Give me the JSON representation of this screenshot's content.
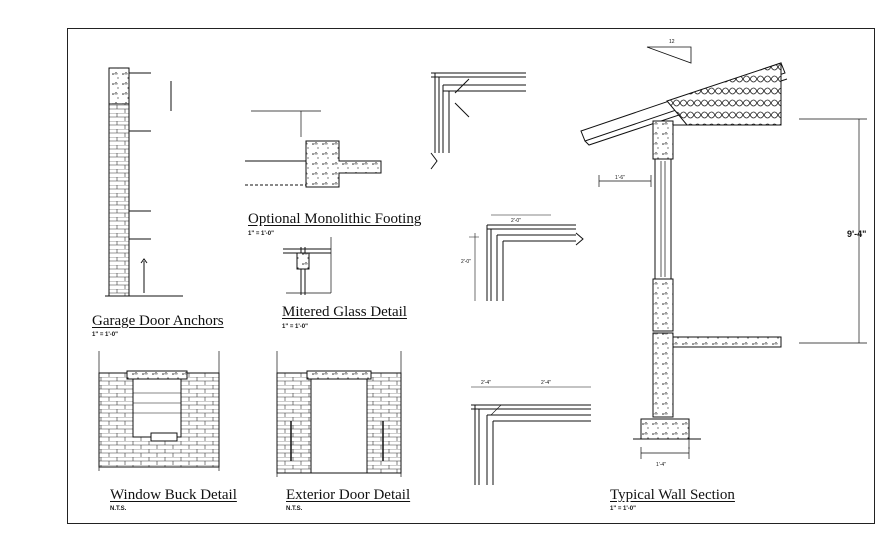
{
  "details": [
    {
      "title": "Garage Door Anchors",
      "scale": "1\" = 1'-0\""
    },
    {
      "title": "Optional Monolithic Footing",
      "scale": "1\" = 1'-0\""
    },
    {
      "title": "Mitered Glass Detail",
      "scale": "1\" = 1'-0\""
    },
    {
      "title": "Window Buck Detail",
      "scale": "N.T.S."
    },
    {
      "title": "Exterior Door Detail",
      "scale": "N.T.S."
    },
    {
      "title": "Typical Wall Section",
      "scale": "1\" = 1'-0\""
    }
  ],
  "dimensions": {
    "wall_height": "9'-4\"",
    "overhang": "1'-6\"",
    "miter_top_a": "2'-0\"",
    "miter_side_a": "2'-0\"",
    "miter_top_b1": "2'-4\"",
    "miter_top_b2": "2'-4\"",
    "footing": "1'-4\"",
    "roof_slope": "12"
  }
}
